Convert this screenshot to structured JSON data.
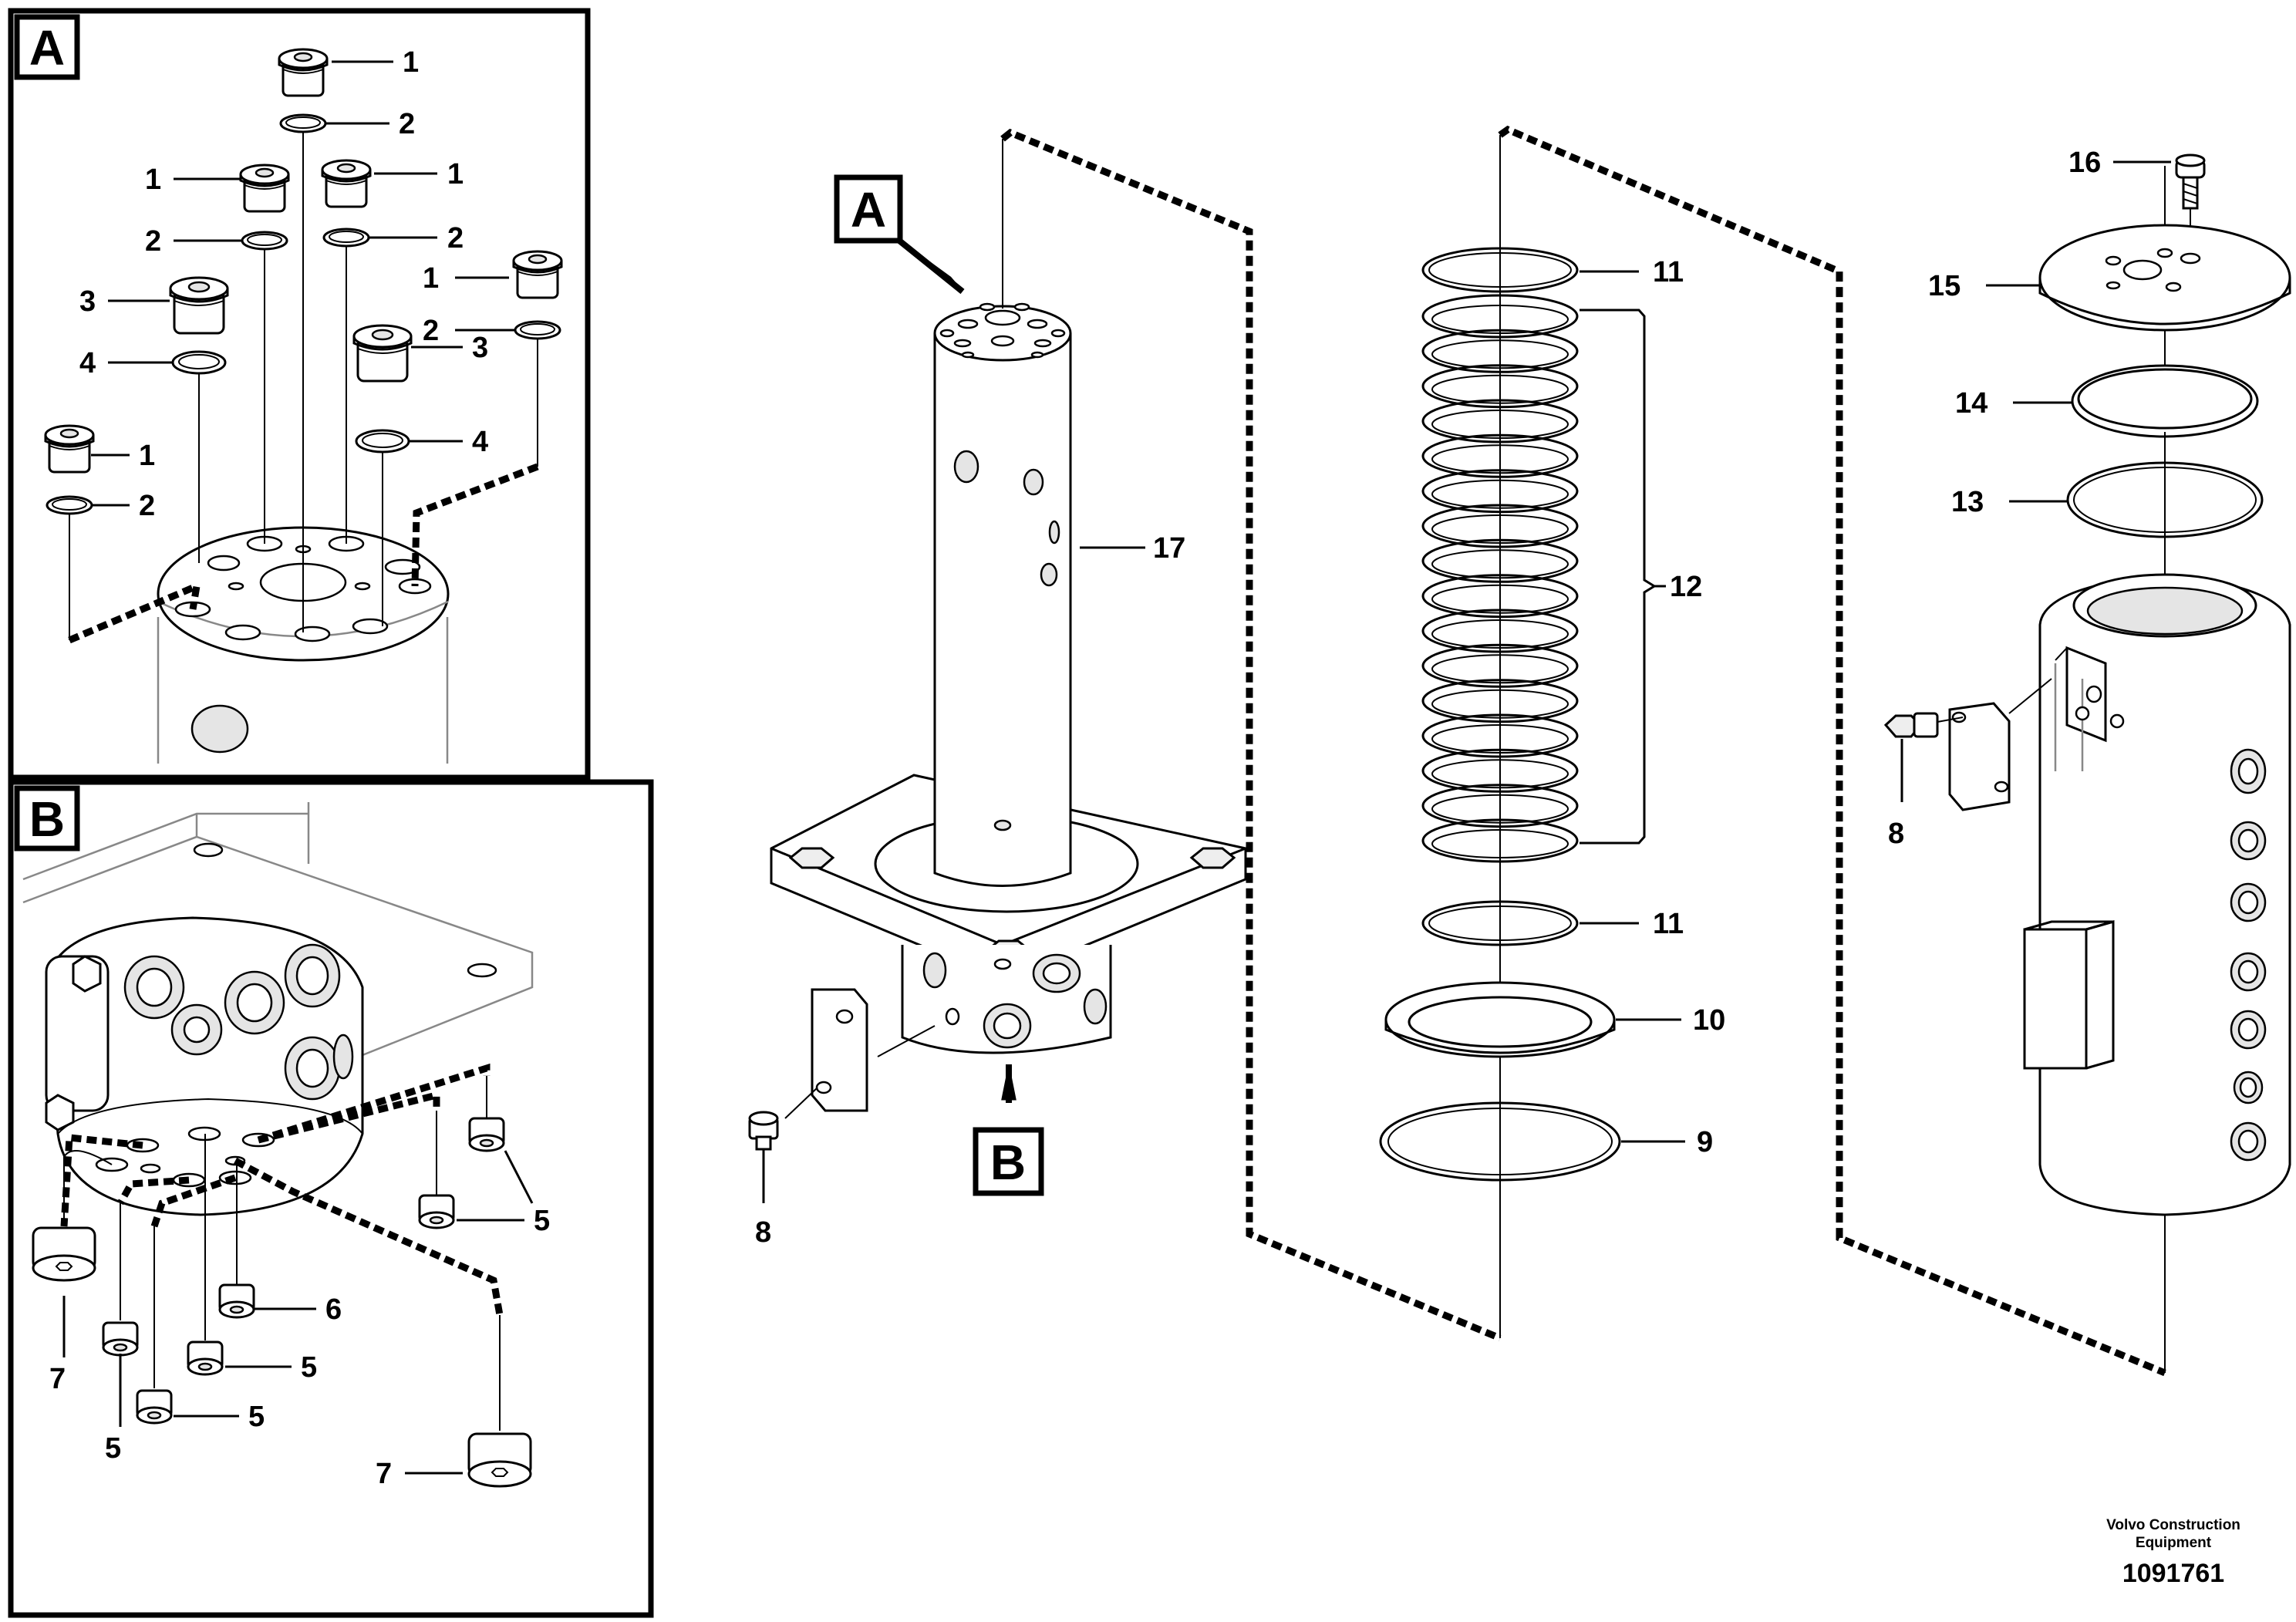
{
  "views": [
    {
      "id": "A",
      "label": "A"
    },
    {
      "id": "B",
      "label": "B"
    }
  ],
  "callouts": {
    "a_1a": "1",
    "a_2a": "2",
    "a_1b": "1",
    "a_1c": "1",
    "a_2b": "2",
    "a_2c": "2",
    "a_1d": "1",
    "a_2d": "2",
    "a_3a": "3",
    "a_4a": "4",
    "a_3b": "3",
    "a_4b": "4",
    "a_1e": "1",
    "a_2e": "2",
    "b_5a": "5",
    "b_6": "6",
    "b_5b": "5",
    "b_5c": "5",
    "b_5d": "5",
    "b_7a": "7",
    "b_7b": "7",
    "m_8a": "8",
    "m_17": "17",
    "r_11a": "11",
    "r_12": "12",
    "r_11b": "11",
    "r_10": "10",
    "r_9": "9",
    "h_16": "16",
    "h_15": "15",
    "h_14": "14",
    "h_13": "13",
    "h_8b": "8"
  },
  "footer": {
    "brand_line1": "Volvo Construction",
    "brand_line2": "Equipment",
    "drawing_number": "1091761"
  },
  "icons": [
    "plug-icon",
    "o-ring-icon",
    "cap-screw-icon",
    "hex-plug-icon",
    "swivel-shaft-icon",
    "swivel-housing-icon",
    "cover-plate-icon"
  ],
  "colors": {
    "ink": "#000000",
    "paper": "#ffffff"
  }
}
